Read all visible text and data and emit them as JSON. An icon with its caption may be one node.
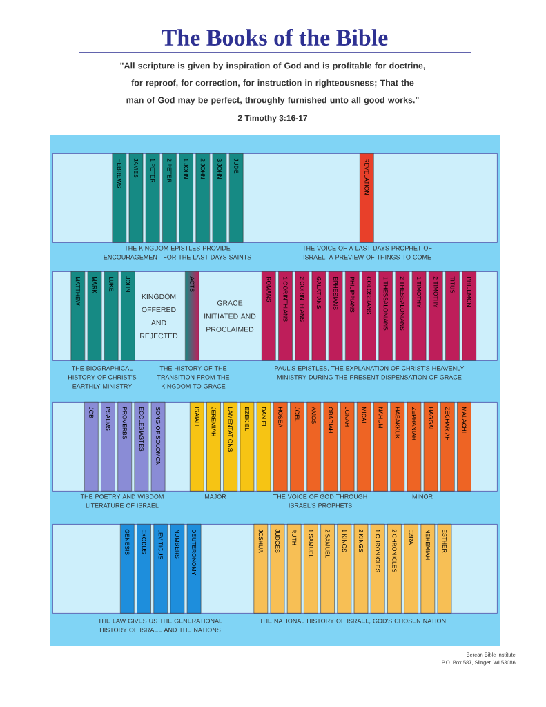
{
  "diagram": {
    "title": "The Books of the Bible",
    "nodes": [
      {
        "text": [],
        "shape": "box"
      },
      {
        "text": [
          "HEBREWS"
        ],
        "in": 0
      },
      {
        "text": [
          "JAMES"
        ],
        "in": 0
      },
      {
        "text": [
          "1 PETER"
        ],
        "in": 0
      },
      {
        "text": [
          "2 PETER"
        ],
        "in": 0
      },
      {
        "text": [
          "1 JOHN"
        ],
        "in": 0
      },
      {
        "text": [
          "2 JOHN"
        ],
        "in": 0
      },
      {
        "text": [
          "3 JOHN"
        ],
        "in": 0
      },
      {
        "text": [
          "JUDE"
        ],
        "in": 0
      },
      {
        "text": [
          "REVELATION"
        ],
        "in": 0
      },
      {
        "text": [],
        "shape": "box"
      },
      {
        "text": [
          "MATTHEW"
        ],
        "in": 10
      },
      {
        "text": [
          "MARK"
        ],
        "in": 10
      },
      {
        "text": [
          "LUKE"
        ],
        "in": 10
      },
      {
        "text": [
          "JOHN"
        ],
        "in": 10
      },
      {
        "text": [
          "ACTS"
        ],
        "in": 10
      },
      {
        "text": [
          "ROMANS"
        ],
        "in": 10
      },
      {
        "text": [
          "1 CORINTHIANS"
        ],
        "in": 10
      },
      {
        "text": [
          "2 CORINTHIANS"
        ],
        "in": 10
      },
      {
        "text": [
          "GALATIANS"
        ],
        "in": 10
      },
      {
        "text": [
          "EPHESIANS"
        ],
        "in": 10
      },
      {
        "text": [
          "PHILIPPIANS"
        ],
        "in": 10
      },
      {
        "text": [
          "COLOSSIANS"
        ],
        "in": 10
      },
      {
        "text": [
          "1 THESSALONIANS"
        ],
        "in": 10
      },
      {
        "text": [
          "2 THESSALONIANS"
        ],
        "in": 10
      },
      {
        "text": [
          "1 TIMOTHY"
        ],
        "in": 10
      },
      {
        "text": [
          "2 TIMOTHY"
        ],
        "in": 10
      },
      {
        "text": [
          "TITUS"
        ],
        "in": 10
      },
      {
        "text": [
          "PHILEMON"
        ],
        "in": 10
      },
      {
        "text": [],
        "shape": "box"
      },
      {
        "text": [
          "JOB"
        ],
        "in": 29
      },
      {
        "text": [
          "PSALMS"
        ],
        "in": 29
      },
      {
        "text": [
          "PROVERBS"
        ],
        "in": 29
      },
      {
        "text": [
          "ECCLESIASTES"
        ],
        "in": 29
      },
      {
        "text": [
          "SONG OF SOLOMON"
        ],
        "in": 29
      },
      {
        "text": [
          "ISAIAH"
        ],
        "in": 29
      },
      {
        "text": [
          "JEREMIAH"
        ],
        "in": 29
      },
      {
        "text": [
          "LAMENTATIONS"
        ],
        "in": 29
      },
      {
        "text": [
          "EZEKIEL"
        ],
        "in": 29
      },
      {
        "text": [
          "DANIEL"
        ],
        "in": 29
      },
      {
        "text": [
          "HOSEA"
        ],
        "in": 29
      },
      {
        "text": [
          "JOEL"
        ],
        "in": 29
      },
      {
        "text": [
          "AMOS"
        ],
        "in": 29
      },
      {
        "text": [
          "OBADIAH"
        ],
        "in": 29
      },
      {
        "text": [
          "JONAH"
        ],
        "in": 29
      },
      {
        "text": [
          "MICAH"
        ],
        "in": 29
      },
      {
        "text": [
          "NAHUM"
        ],
        "in": 29
      },
      {
        "text": [
          "HABAKKUK"
        ],
        "in": 29
      },
      {
        "text": [
          "ZEPHANIAH"
        ],
        "in": 29
      },
      {
        "text": [
          "HAGGAI"
        ],
        "in": 29
      },
      {
        "text": [
          "ZECHARIAH"
        ],
        "in": 29
      },
      {
        "text": [
          "MALACHI"
        ],
        "in": 29
      },
      {
        "text": [],
        "shape": "box"
      },
      {
        "text": [
          "GENESIS"
        ],
        "in": 52
      },
      {
        "text": [
          "EXODUS"
        ],
        "in": 52
      },
      {
        "text": [
          "LEVITICUS"
        ],
        "in": 52
      },
      {
        "text": [
          "NUMBERS"
        ],
        "in": 52
      },
      {
        "text": [
          "DEUTERONOMY"
        ],
        "in": 52
      },
      {
        "text": [
          "JOSHUA"
        ],
        "in": 52
      },
      {
        "text": [
          "JUDGES"
        ],
        "in": 52
      },
      {
        "text": [
          "RUTH"
        ],
        "in": 52
      },
      {
        "text": [
          "1 SAMUEL"
        ],
        "in": 52
      },
      {
        "text": [
          "2 SAMUEL"
        ],
        "in": 52
      },
      {
        "text": [
          "1 KINGS"
        ],
        "in": 52
      },
      {
        "text": [
          "2 KINGS"
        ],
        "in": 52
      },
      {
        "text": [
          "1 CHRONICLES"
        ],
        "in": 52
      },
      {
        "text": [
          "2 CHRONICLES"
        ],
        "in": 52
      },
      {
        "text": [
          "EZRA"
        ],
        "in": 52
      },
      {
        "text": [
          "NEHEMIAH"
        ],
        "in": 52
      },
      {
        "text": [
          "ESTHER"
        ],
        "in": 52
      }
    ],
    "labels": [
      "\"All scripture is given by inspiration of God and is profitable for doctrine, for reproof, for correction, for instruction in righteousness; That the man of God may be perfect, throughly furnished unto all good works.\"",
      "2 Timothy 3:16-17",
      "THE KINGDOM EPISTLES PROVIDE ENCOURAGEMENT FOR THE LAST DAYS SAINTS",
      "THE VOICE OF A LAST DAYS PROPHET OF ISRAEL, A PREVIEW OF THINGS TO COME",
      "KINGDOM OFFERED AND REJECTED",
      "GRACE INITIATED AND PROCLAIMED",
      "THE BIOGRAPHICAL HISTORY OF CHRIST'S EARTHLY MINISTRY",
      "THE HISTORY OF THE TRANSITION FROM THE KINGDOM TO GRACE",
      "PAUL'S EPISTLES, THE EXPLANATION OF CHRIST'S HEAVENLY MINISTRY DURING THE PRESENT DISPENSATION OF GRACE",
      "THE POETRY AND WISDOM LITERATURE OF ISRAEL",
      "MAJOR",
      "THE VOICE OF GOD THROUGH ISRAEL'S PROPHETS",
      "MINOR",
      "THE LAW GIVES US THE GENERATIONAL HISTORY OF ISRAEL AND THE NATIONS",
      "THE NATIONAL HISTORY OF ISRAEL, GOD'S CHOSEN NATION",
      "Berean Bible Institute",
      "P.O. Box 587, Slinger, WI 53086"
    ]
  }
}
